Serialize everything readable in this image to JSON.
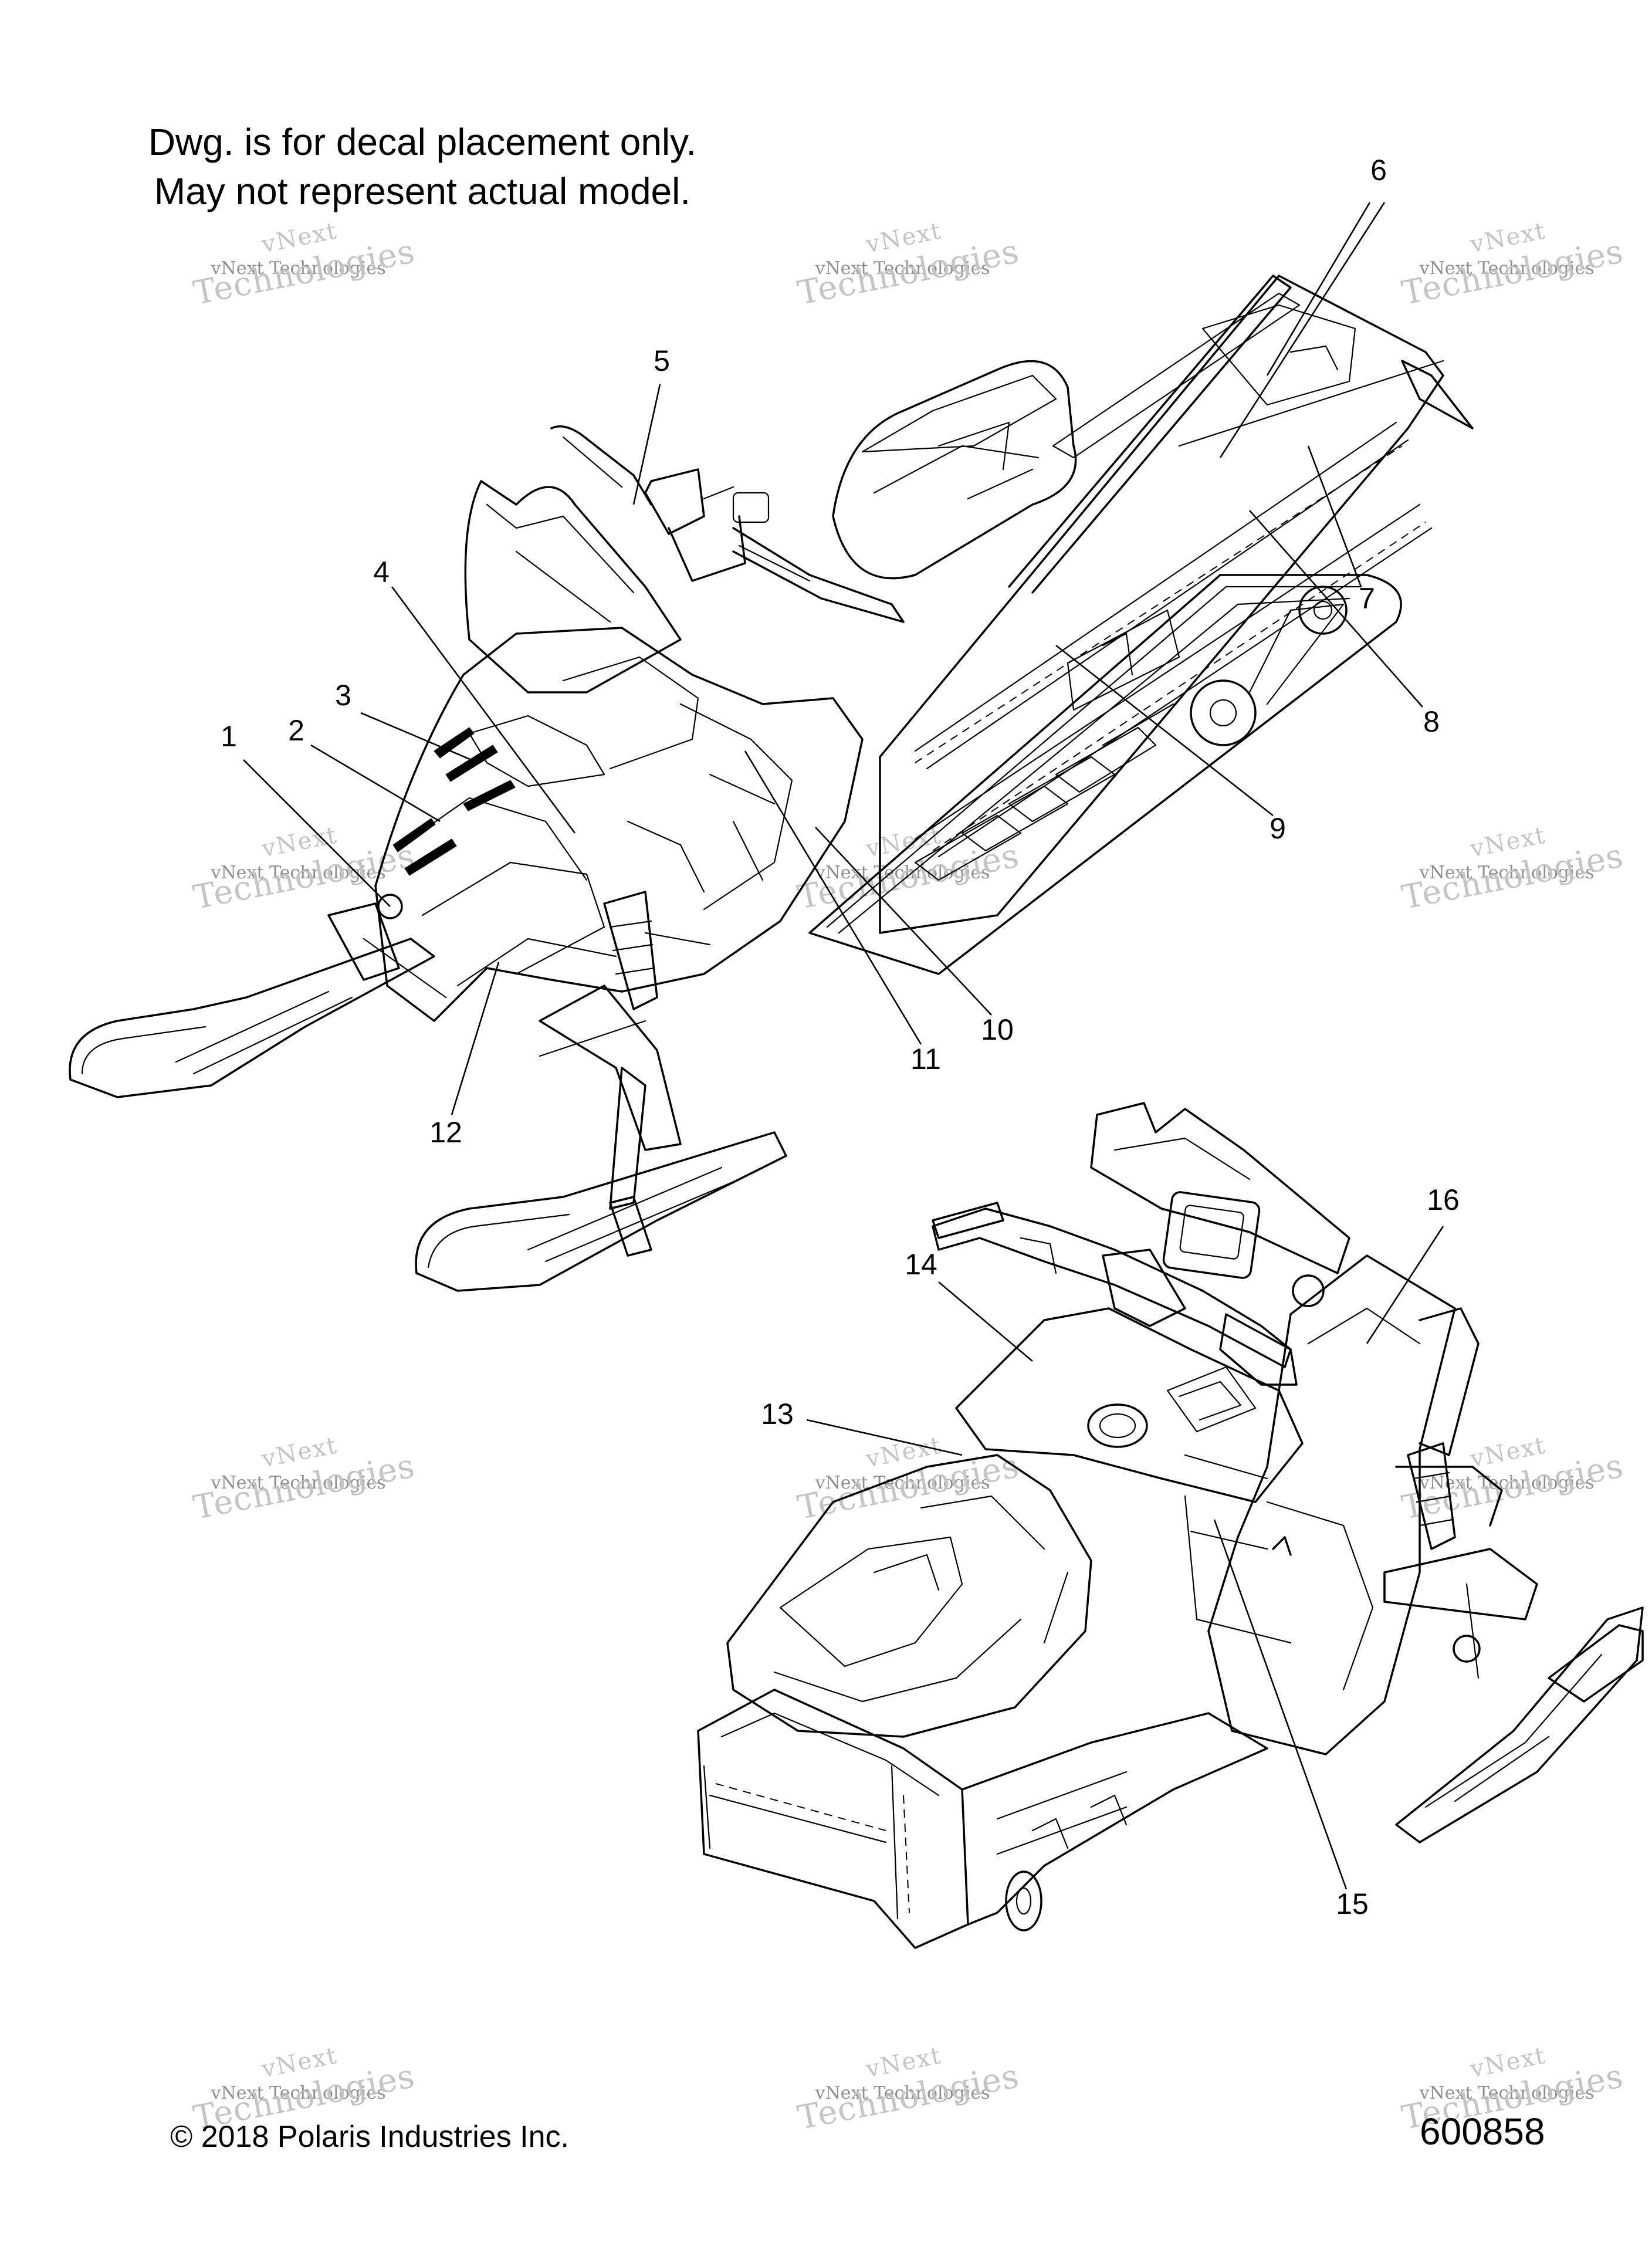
{
  "notes": {
    "line1": "Dwg. is for decal placement only.",
    "line2": "May not represent actual model."
  },
  "callouts": [
    {
      "id": "1",
      "label": "1"
    },
    {
      "id": "2",
      "label": "2"
    },
    {
      "id": "3",
      "label": "3"
    },
    {
      "id": "4",
      "label": "4"
    },
    {
      "id": "5",
      "label": "5"
    },
    {
      "id": "6",
      "label": "6"
    },
    {
      "id": "7",
      "label": "7"
    },
    {
      "id": "8",
      "label": "8"
    },
    {
      "id": "9",
      "label": "9"
    },
    {
      "id": "10",
      "label": "10"
    },
    {
      "id": "11",
      "label": "11"
    },
    {
      "id": "12",
      "label": "12"
    },
    {
      "id": "13",
      "label": "13"
    },
    {
      "id": "14",
      "label": "14"
    },
    {
      "id": "15",
      "label": "15"
    },
    {
      "id": "16",
      "label": "16"
    }
  ],
  "watermark": {
    "line1": "vNext",
    "line2": "vNext Technologies",
    "line3": "Technologies"
  },
  "footer": {
    "copyright": "© 2018 Polaris Industries Inc.",
    "figure_number": "600858"
  },
  "colors": {
    "line_art": "#000000",
    "watermark": "#c4c4c4",
    "background": "#ffffff"
  }
}
